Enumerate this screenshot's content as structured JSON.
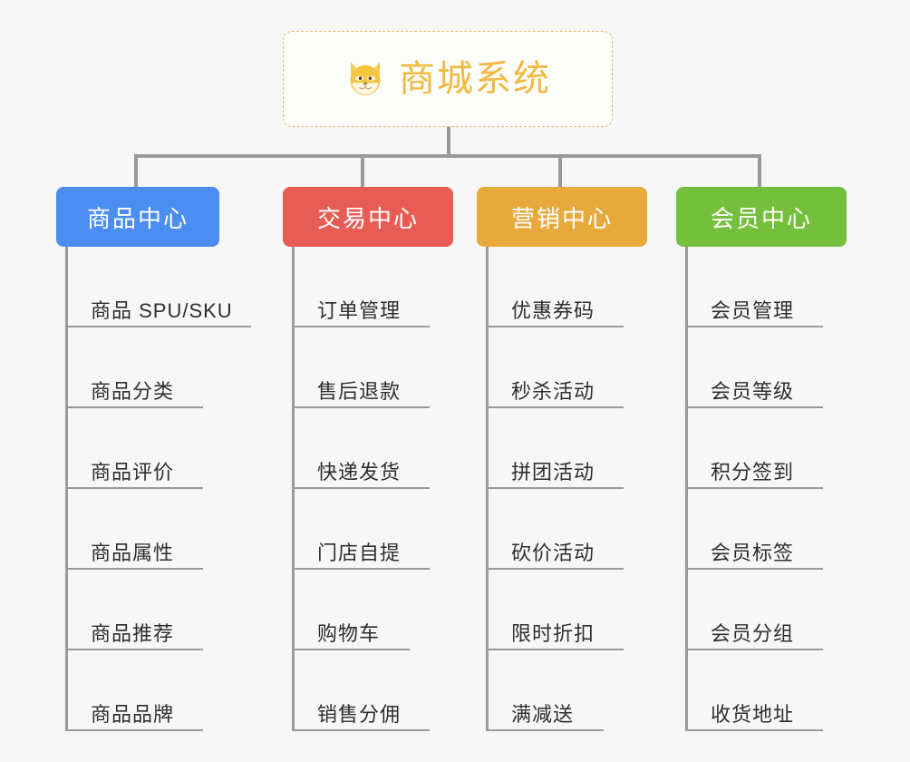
{
  "diagram": {
    "type": "mindmap",
    "background_color": "#f7f7f7",
    "root": {
      "title": "商城系统",
      "icon": "dog-face-icon",
      "border_color": "#e7b964",
      "text_color": "#f0b93f"
    },
    "connector_color": "#9a9a9a",
    "branches": [
      {
        "label": "商品中心",
        "color": "#4b8df0",
        "items": [
          "商品 SPU/SKU",
          "商品分类",
          "商品评价",
          "商品属性",
          "商品推荐",
          "商品品牌"
        ]
      },
      {
        "label": "交易中心",
        "color": "#e85c56",
        "items": [
          "订单管理",
          "售后退款",
          "快递发货",
          "门店自提",
          "购物车",
          "销售分佣"
        ]
      },
      {
        "label": "营销中心",
        "color": "#e8a93c",
        "items": [
          "优惠券码",
          "秒杀活动",
          "拼团活动",
          "砍价活动",
          "限时折扣",
          "满减送"
        ]
      },
      {
        "label": "会员中心",
        "color": "#74c03c",
        "items": [
          "会员管理",
          "会员等级",
          "积分签到",
          "会员标签",
          "会员分组",
          "收货地址"
        ]
      }
    ]
  }
}
